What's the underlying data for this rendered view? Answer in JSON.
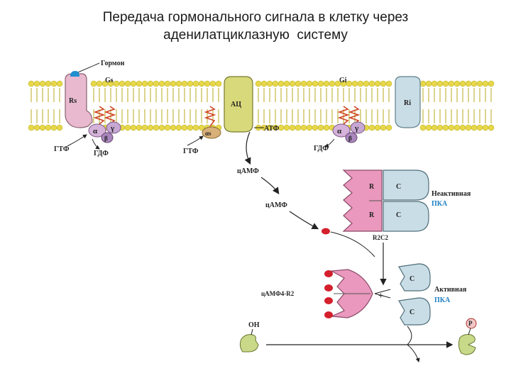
{
  "title": {
    "line1": "Передача гормонального сигнала в клетку через",
    "line2": "аденилатциклазную  систему"
  },
  "labels": {
    "hormone": "Гормон",
    "gs": "Gs",
    "gi": "Gi",
    "rs": "Rs",
    "ri": "Ri",
    "ac": "АЦ",
    "atp": "АТФ",
    "gtp_left": "ГТФ",
    "gdp_left": "ГДФ",
    "gtp_mid": "ГТФ",
    "gdp_right": "ГДФ",
    "alpha": "α",
    "gamma": "γ",
    "beta": "β",
    "alpha_s": "αs",
    "camp_1": "цАМФ",
    "camp_2": "цАМФ",
    "camp4_rs": "цАМФ4-R2",
    "r": "R",
    "c": "C",
    "r2c2": "R2C2",
    "plus": "+",
    "inactive_1": "Неактивная",
    "inactive_2": "ПКА",
    "active_1": "Активная",
    "active_2": "ПКА",
    "oh": "ОН",
    "p": "P"
  },
  "colors": {
    "membrane_head": "#e6d84a",
    "membrane_tail": "#b9a81e",
    "receptor": "#e8b9cf",
    "adenylate_cyclase": "#d8d97a",
    "regulatory": "#ea98bd",
    "catalytic": "#c9dde6",
    "camp": "#d41f2c",
    "substrate": "#c9d98a",
    "accent_blue": "#1f7fc4",
    "hormone": "#1f8fd0"
  }
}
